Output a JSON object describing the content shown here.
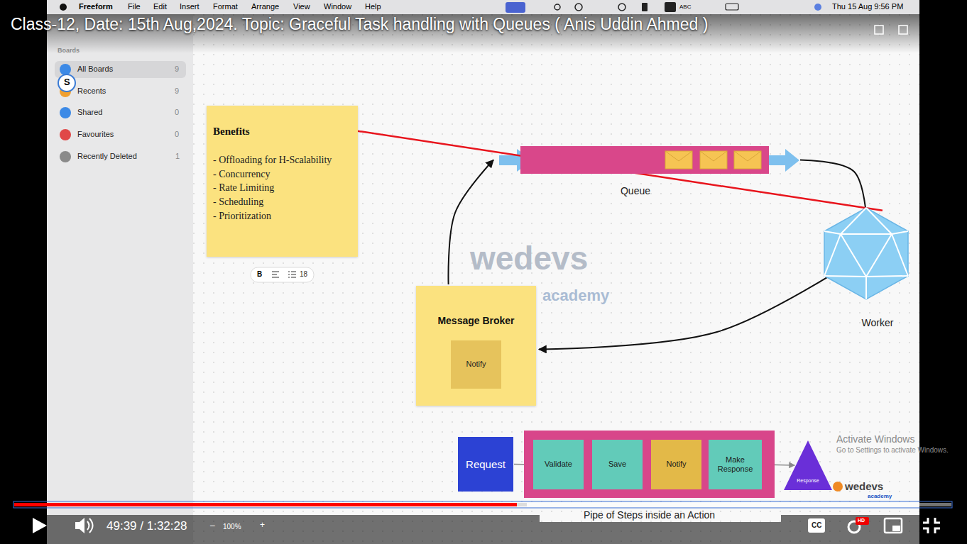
{
  "diagram": {
    "title": "Class-12, Date: 15th Aug,2024. Topic: Graceful Task handling with Queues ( Anis Uddin Ahmed )",
    "nodes": [
      {
        "text": [
          "Benefits",
          "- Offloading for H-Scalability",
          "- Concurrency",
          "- Rate Limiting",
          "- Scheduling",
          "- Prioritization"
        ]
      },
      {
        "text": [
          "Queue"
        ]
      },
      {
        "text": [
          "Worker"
        ]
      },
      {
        "text": [
          "Message Broker"
        ]
      },
      {
        "text": [
          "Notify"
        ],
        "in": 3
      },
      {
        "text": [
          "Request"
        ]
      },
      {
        "text": [
          "Pipe of Steps inside an Action"
        ]
      },
      {
        "text": [
          "Validate"
        ],
        "in": 6
      },
      {
        "text": [
          "Save"
        ],
        "in": 6
      },
      {
        "text": [
          "Notify"
        ],
        "in": 6
      },
      {
        "text": [
          "Make Response"
        ],
        "in": 6
      },
      {
        "text": [
          "Response"
        ]
      }
    ],
    "edges": [
      {
        "from": 3,
        "to": 1,
        "arrow": "to"
      },
      {
        "from": 1,
        "to": 2,
        "arrow": "to"
      },
      {
        "from": 2,
        "to": 3,
        "arrow": "to"
      },
      {
        "from": 2,
        "to": 0,
        "arrow": "to"
      },
      {
        "from": 5,
        "to": 7,
        "arrow": "none"
      },
      {
        "from": 7,
        "to": 8,
        "arrow": "none"
      },
      {
        "from": 8,
        "to": 9,
        "arrow": "none"
      },
      {
        "from": 9,
        "to": 10,
        "arrow": "none"
      },
      {
        "from": 10,
        "to": 11,
        "arrow": "to"
      }
    ],
    "labels": [
      "Freeform",
      "File",
      "Edit",
      "Insert",
      "Format",
      "Arrange",
      "View",
      "Window",
      "Help",
      "ABC",
      "Thu 15 Aug 9:56 PM",
      "Boards",
      "All Boards",
      "9",
      "S",
      "Recents",
      "9",
      "Shared",
      "0",
      "Favourites",
      "0",
      "Recently Deleted",
      "1",
      "B",
      "18",
      "wedevs",
      "academy",
      "Activate Windows",
      "Go to Settings to activate Windows.",
      "wedevs",
      "academy",
      "49:39 / 1:32:28",
      "–",
      "100%",
      "+",
      "CC",
      "HD"
    ]
  }
}
